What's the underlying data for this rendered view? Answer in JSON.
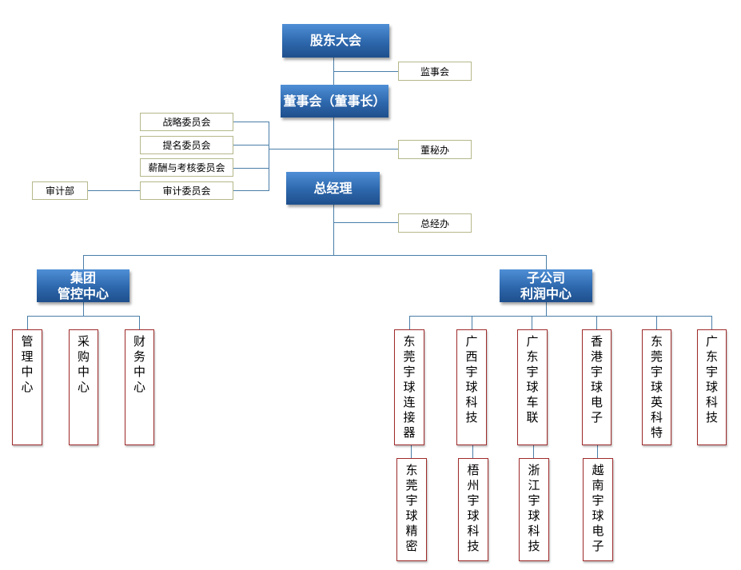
{
  "top": {
    "shareholders": "股东大会",
    "supervisors": "监事会",
    "board": "董事会（董事长）",
    "board_secretary": "董秘办",
    "gm": "总经理",
    "gm_office": "总经办"
  },
  "committees": [
    "战略委员会",
    "提名委员会",
    "薪酬与考核委员会",
    "审计委员会"
  ],
  "audit_dept": "审计部",
  "group_center": {
    "title_line1": "集团",
    "title_line2": "管控中心",
    "children": [
      "管理中心",
      "采购中心",
      "财务中心"
    ]
  },
  "subsidiary_center": {
    "title_line1": "子公司",
    "title_line2": "利润中心",
    "children": [
      "东莞宇球连接器",
      "广西宇球科技",
      "广东宇球车联",
      "香港宇球电子",
      "东莞宇球英科特",
      "广东宇球科技"
    ],
    "sub_children": [
      "东莞宇球精密",
      "梧州宇球科技",
      "浙江宇球科技",
      "越南宇球电子"
    ]
  },
  "colors": {
    "node_blue": "#2d67ac",
    "line": "#4a7ea8",
    "box_border_olive": "#b5b88a",
    "box_border_red": "#a02b2b"
  }
}
